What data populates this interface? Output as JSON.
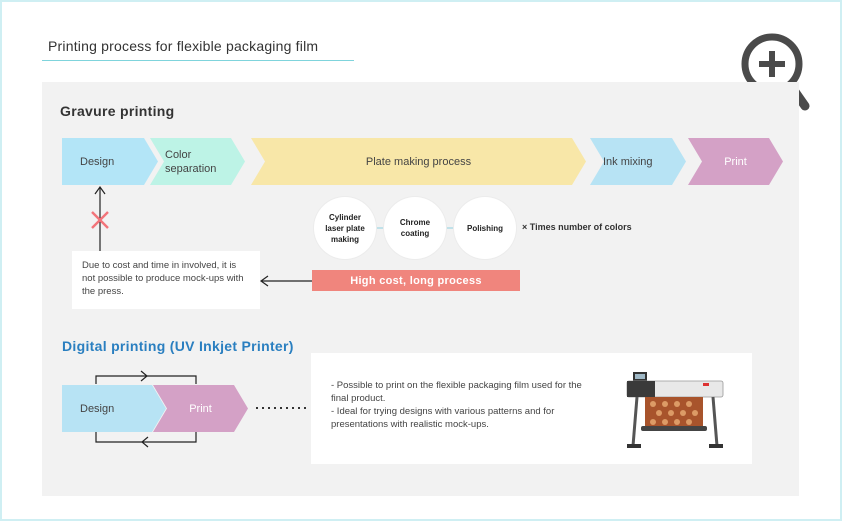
{
  "title": "Printing process for flexible packaging film",
  "gravure": {
    "title": "Gravure printing",
    "steps": [
      "Design",
      "Color separation",
      "Plate making process",
      "Ink mixing",
      "Print"
    ],
    "sub_steps": [
      "Cylinder laser plate making",
      "Chrome coating",
      "Polishing"
    ],
    "times_label": "× Times number of colors",
    "cost_label": "High cost, long process",
    "note": "Due to cost and time in involved, it is not possible to produce mock-ups with the press."
  },
  "digital": {
    "title": "Digital printing (UV Inkjet Printer)",
    "steps": [
      "Design",
      "Print"
    ],
    "points": [
      "- Possible to print on the flexible packaging film used for the final product.",
      "- Ideal for trying designs with various patterns and for presentations with realistic mock-ups."
    ]
  },
  "icons": {
    "zoom": "zoom-in-icon",
    "cross": "cross-mark-icon",
    "printer": "uv-inkjet-printer-icon"
  },
  "colors": {
    "accent_blue": "#2a7fc0",
    "cost_red": "#f0857d",
    "cross_red": "#f2747a"
  }
}
